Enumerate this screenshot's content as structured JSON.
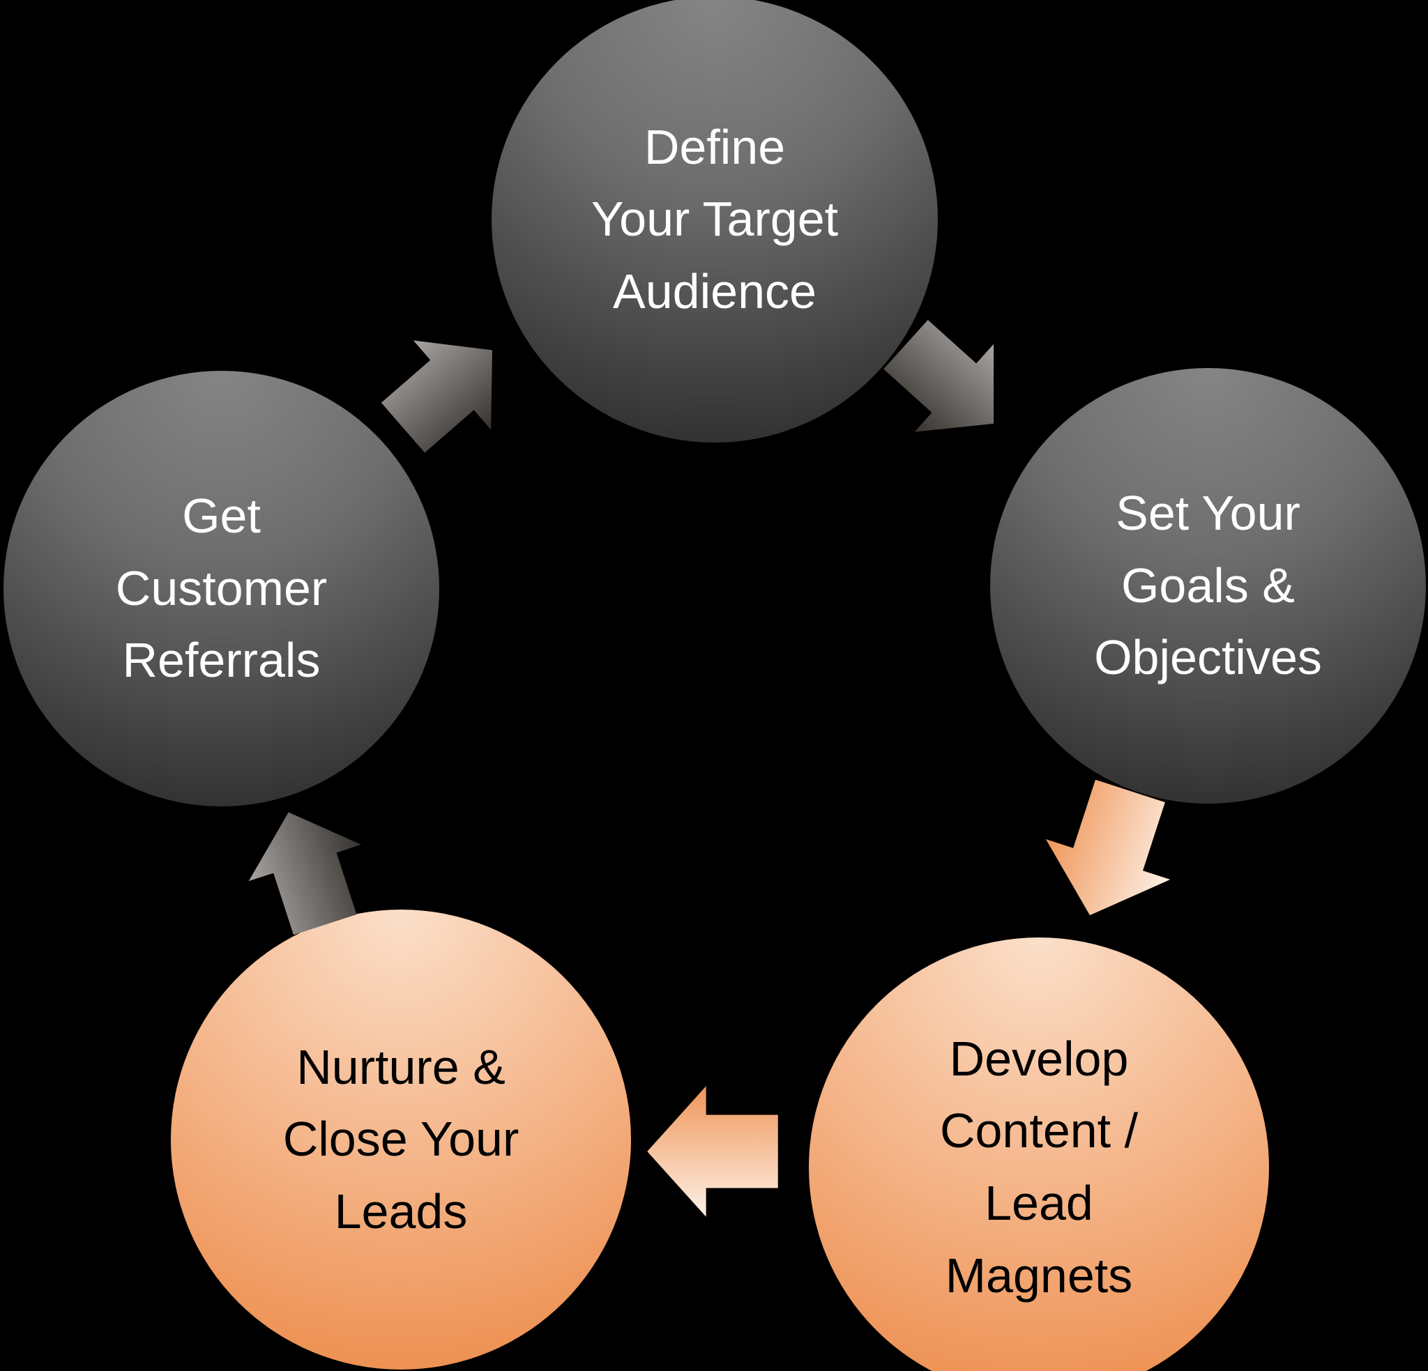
{
  "diagram_title": "",
  "background_color": "#000000",
  "nodes": [
    {
      "id": "define-target-audience",
      "label": "Define\nYour Target\nAudience",
      "theme": "gray",
      "text_color": "#ffffff"
    },
    {
      "id": "set-goals-objectives",
      "label": "Set Your\nGoals &\nObjectives",
      "theme": "gray",
      "text_color": "#ffffff"
    },
    {
      "id": "develop-content-lead-magnets",
      "label": "Develop\nContent /\nLead\nMagnets",
      "theme": "orange",
      "text_color": "#000000"
    },
    {
      "id": "nurture-close-leads",
      "label": "Nurture &\nClose Your\nLeads",
      "theme": "orange",
      "text_color": "#000000"
    },
    {
      "id": "get-customer-referrals",
      "label": "Get\nCustomer\nReferrals",
      "theme": "gray",
      "text_color": "#ffffff"
    }
  ],
  "arrows": [
    {
      "id": "referrals-to-define",
      "from": "get-customer-referrals",
      "to": "define-target-audience",
      "theme": "gray",
      "direction": "up-right"
    },
    {
      "id": "define-to-goals",
      "from": "define-target-audience",
      "to": "set-goals-objectives",
      "theme": "gray",
      "direction": "down-right"
    },
    {
      "id": "goals-to-develop",
      "from": "set-goals-objectives",
      "to": "develop-content-lead-magnets",
      "theme": "orange",
      "direction": "down-left"
    },
    {
      "id": "develop-to-nurture",
      "from": "develop-content-lead-magnets",
      "to": "nurture-close-leads",
      "theme": "orange",
      "direction": "left"
    },
    {
      "id": "nurture-to-referrals",
      "from": "nurture-close-leads",
      "to": "get-customer-referrals",
      "theme": "gray",
      "direction": "up"
    }
  ],
  "colors": {
    "background": "#000000",
    "gray_node_top": "#858585",
    "gray_node_bottom": "#262626",
    "gray_node_text": "#ffffff",
    "orange_node_top": "#fbdfc9",
    "orange_node_bottom": "#ec8845",
    "orange_node_text": "#000000",
    "gray_arrow_light": "#a8a4a1",
    "gray_arrow_dark": "#36322e",
    "orange_arrow_light": "#fdf1e6",
    "orange_arrow_dark": "#ef9659"
  }
}
